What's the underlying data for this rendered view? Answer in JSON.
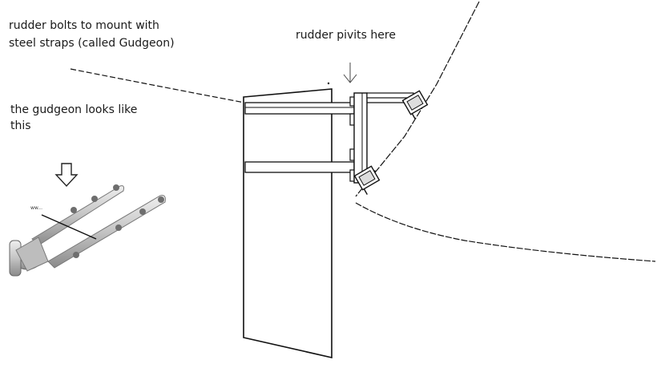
{
  "annotations": {
    "bolts_line1": "rudder bolts to mount with",
    "bolts_line2": "steel straps (called Gudgeon)",
    "pivots": "rudder pivits here",
    "gudgeon_line1": "the gudgeon looks like",
    "gudgeon_line2": "this",
    "photo_tiny_text": "ww..."
  },
  "colors": {
    "ink": "#111111",
    "background": "#ffffff",
    "metal_light": "#d6d6d6",
    "metal_dark": "#7d7d7d"
  },
  "icons": {
    "photo_arrow": "down-arrow-icon",
    "pivot_arrow": "down-arrow-icon"
  }
}
